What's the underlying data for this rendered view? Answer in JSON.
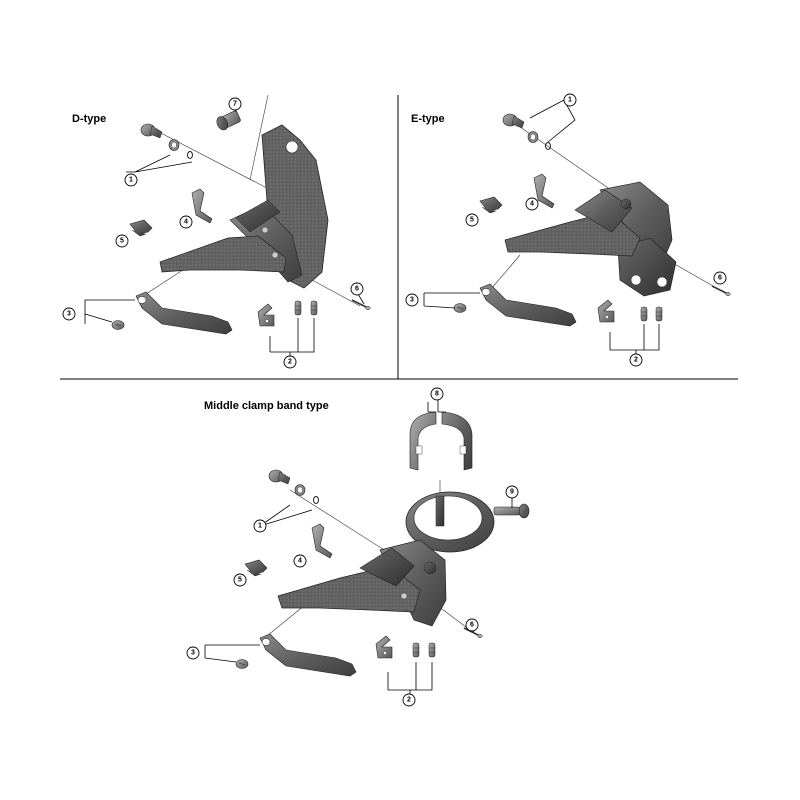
{
  "sections": [
    {
      "id": "d-type",
      "title": "D-type",
      "callouts": [
        "1",
        "2",
        "3",
        "4",
        "5",
        "6",
        "7"
      ]
    },
    {
      "id": "e-type",
      "title": "E-type",
      "callouts": [
        "1",
        "2",
        "3",
        "4",
        "5",
        "6"
      ]
    },
    {
      "id": "middle-clamp-band-type",
      "title": "Middle clamp band type",
      "callouts": [
        "1",
        "2",
        "3",
        "4",
        "5",
        "6",
        "8",
        "9"
      ]
    }
  ],
  "colors": {
    "part_fill": "#6e6e6e",
    "part_dark": "#3a3a3a",
    "part_light": "#9a9a9a",
    "line": "#000000"
  }
}
